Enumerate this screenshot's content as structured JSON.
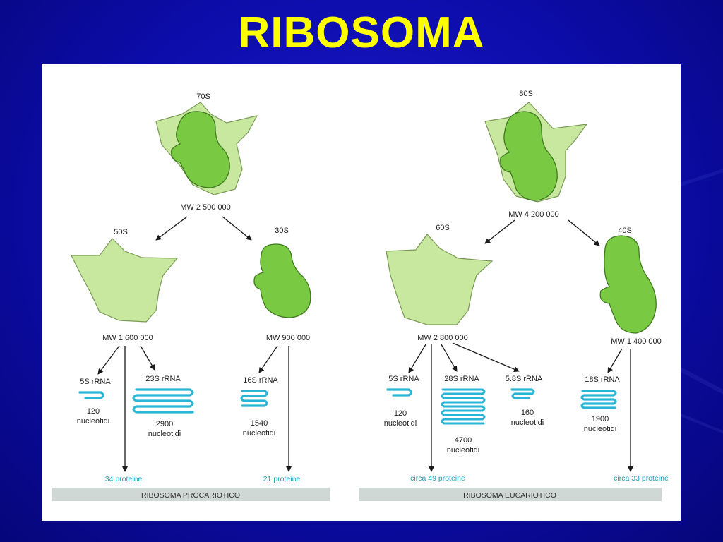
{
  "title": "RIBOSOMA",
  "colors": {
    "background": "#0c0ca8",
    "title": "#ffff00",
    "light_green": "#c8e8a0",
    "dark_green": "#7ac943",
    "rrna": "#29b6d6",
    "teal_text": "#17a2b8",
    "footer_bar": "#cfd8d4"
  },
  "prokaryote": {
    "whole": {
      "label": "70S",
      "mw": "MW 2 500 000"
    },
    "large": {
      "label": "50S",
      "mw": "MW 1 600 000"
    },
    "small": {
      "label": "30S",
      "mw": "MW 900 000"
    },
    "rrna": [
      {
        "name": "5S rRNA",
        "count": "120",
        "unit": "nucleotidi"
      },
      {
        "name": "23S rRNA",
        "count": "2900",
        "unit": "nucleotidi"
      },
      {
        "name": "16S rRNA",
        "count": "1540",
        "unit": "nucleotidi"
      }
    ],
    "large_proteins": "34 proteine",
    "small_proteins": "21 proteine",
    "footer": "RIBOSOMA PROCARIOTICO"
  },
  "eukaryote": {
    "whole": {
      "label": "80S",
      "mw": "MW 4 200 000"
    },
    "large": {
      "label": "60S",
      "mw": "MW 2 800 000"
    },
    "small": {
      "label": "40S",
      "mw": "MW 1 400 000"
    },
    "rrna": [
      {
        "name": "5S rRNA",
        "count": "120",
        "unit": "nucleotidi"
      },
      {
        "name": "28S rRNA",
        "count": "4700",
        "unit": "nucleotidi"
      },
      {
        "name": "5.8S rRNA",
        "count": "160",
        "unit": "nucleotidi"
      },
      {
        "name": "18S rRNA",
        "count": "1900",
        "unit": "nucleotidi"
      }
    ],
    "large_proteins": "circa 49 proteine",
    "small_proteins": "circa 33 proteine",
    "footer": "RIBOSOMA EUCARIOTICO"
  }
}
